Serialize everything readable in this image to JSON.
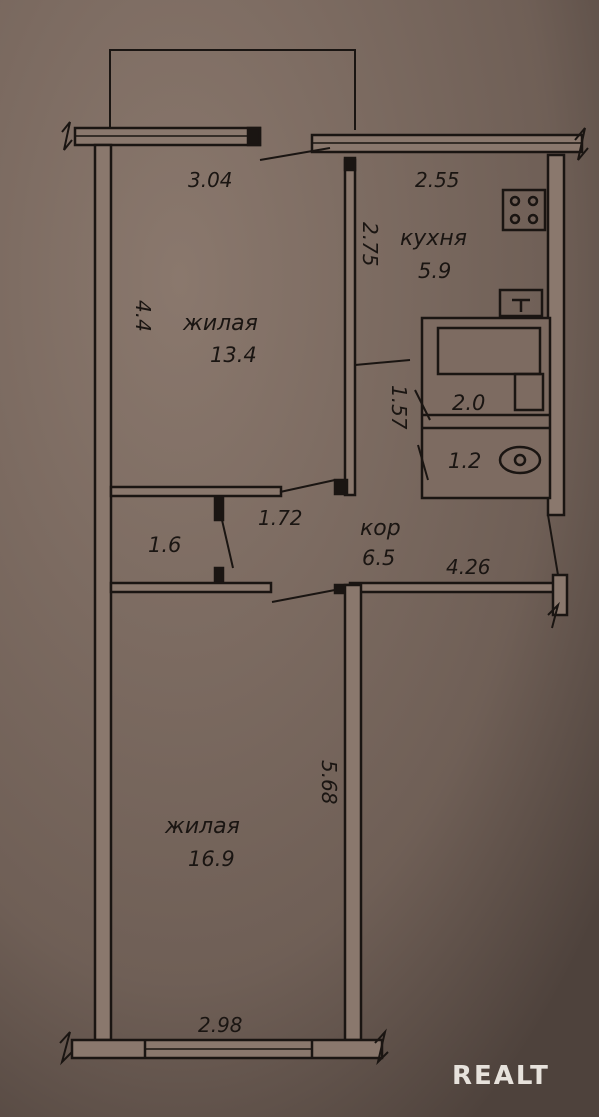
{
  "rooms": {
    "living_top": {
      "name": "жилая",
      "area": "13.4"
    },
    "kitchen": {
      "name": "кухня",
      "area": "5.9"
    },
    "corridor": {
      "name": "кор",
      "area": "6.5"
    },
    "living_bottom": {
      "name": "жилая",
      "area": "16.9"
    },
    "bathroom": {
      "area": "2.0"
    },
    "toilet": {
      "area": "1.2"
    },
    "closet": {
      "area": "1.6"
    }
  },
  "dimensions": {
    "top_left_width": "3.04",
    "kitchen_width": "2.55",
    "living_top_depth": "4.4",
    "kitchen_depth": "2.75",
    "wc_depth": "1.57",
    "hall_width": "1.72",
    "corridor_length": "4.26",
    "living_bottom_depth": "5.68",
    "bottom_width": "2.98"
  },
  "watermark": "REALT",
  "colors": {
    "paper": "#7c6a60",
    "ink": "#1a1512",
    "background": "#3b2f2a"
  }
}
